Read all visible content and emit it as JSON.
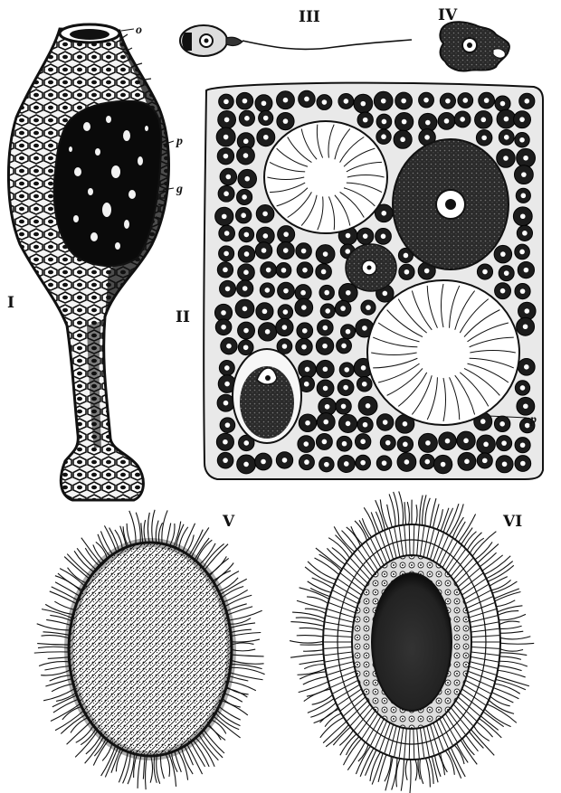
{
  "figures": {
    "fig1": {
      "numeral": "I",
      "labels": {
        "o": "o",
        "p": "p",
        "g": "g"
      }
    },
    "fig2": {
      "numeral": "II",
      "labels": {
        "p": "p"
      }
    },
    "fig3": {
      "numeral": "III"
    },
    "fig4": {
      "numeral": "IV"
    },
    "fig5": {
      "numeral": "V"
    },
    "fig6": {
      "numeral": "VI"
    }
  },
  "colors": {
    "ink": "#111111",
    "paper": "#ffffff"
  }
}
